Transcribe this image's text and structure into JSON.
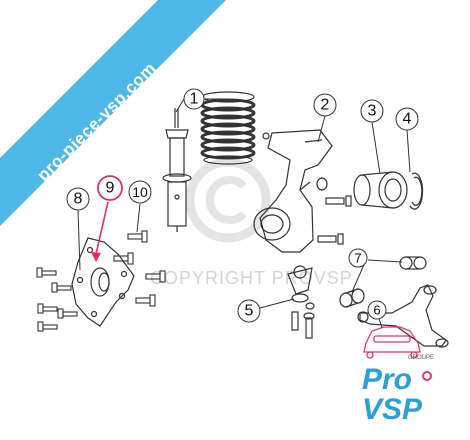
{
  "ribbon": {
    "text": "pro-piece-vsp.com",
    "color": "#4db8e8"
  },
  "callouts": [
    {
      "id": "c1",
      "label": "1"
    },
    {
      "id": "c2",
      "label": "2"
    },
    {
      "id": "c3",
      "label": "3"
    },
    {
      "id": "c4",
      "label": "4"
    },
    {
      "id": "c5",
      "label": "5"
    },
    {
      "id": "c6",
      "label": "6"
    },
    {
      "id": "c7",
      "label": "7"
    },
    {
      "id": "c8",
      "label": "8"
    },
    {
      "id": "c9",
      "label": "9"
    },
    {
      "id": "c10",
      "label": "10"
    }
  ],
  "highlight": {
    "callout": "9",
    "color": "#e0305a"
  },
  "watermark": {
    "text": "COPYRIGHT PROVSP"
  },
  "logo": {
    "line1": "Pro",
    "line2": "VSP",
    "tag": "GROUPE",
    "blue": "#2a9fd8",
    "pink": "#e8336e"
  },
  "line_color": "#333333"
}
